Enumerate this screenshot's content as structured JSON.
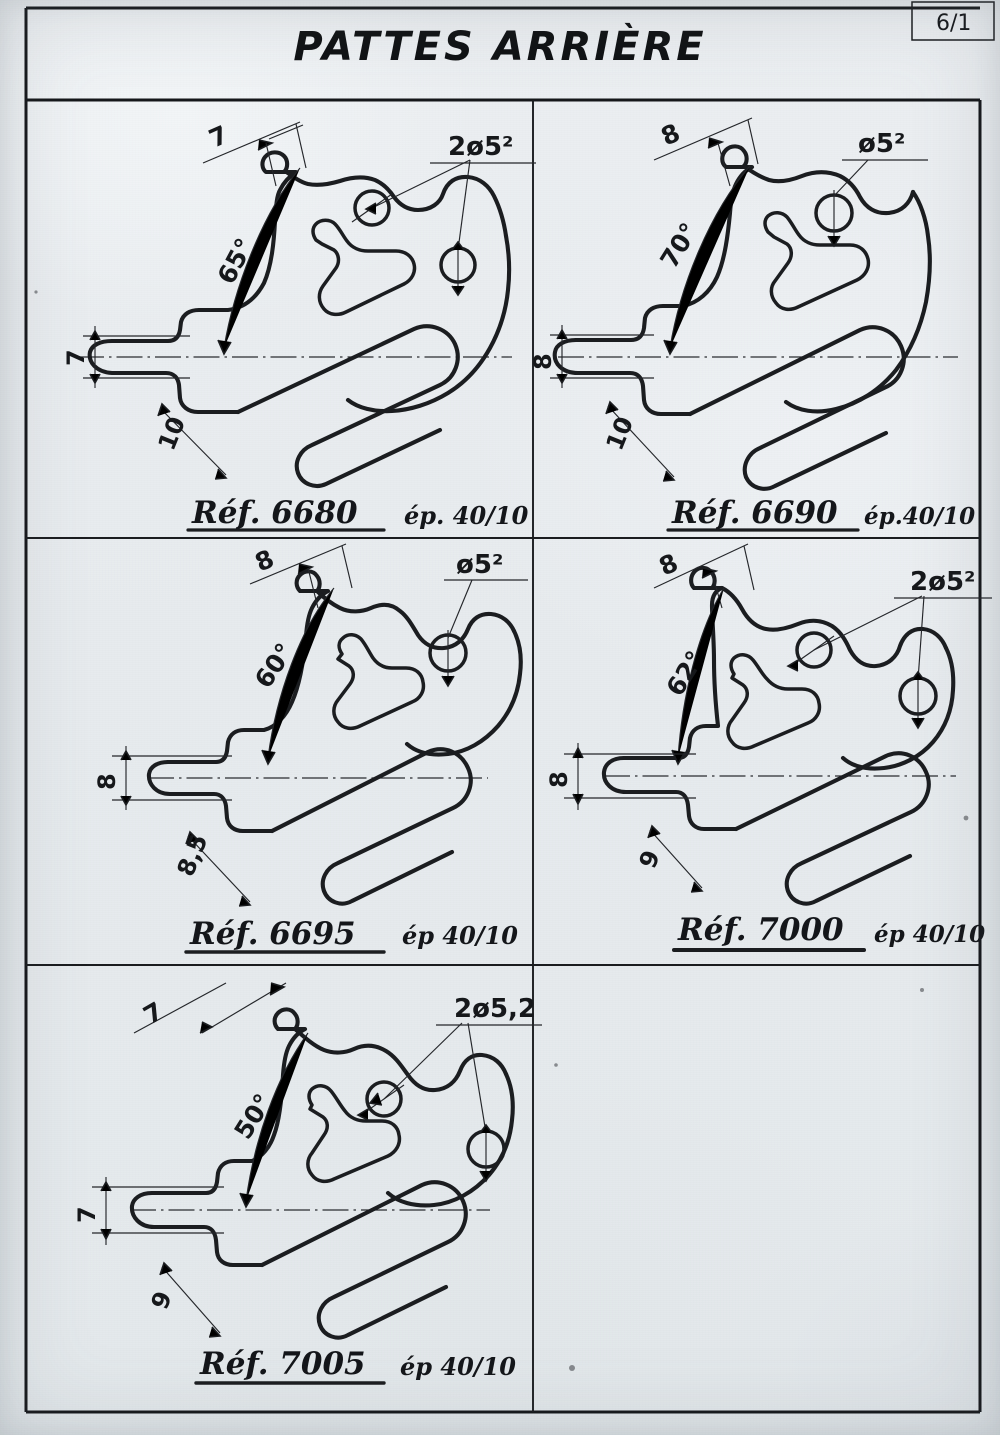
{
  "sheet": {
    "title": "PATTES ARRIÈRE",
    "page_number": "6/1",
    "paper_color": "#e9edf0",
    "ink_color": "#1b1d20"
  },
  "panels": [
    {
      "id": "panel-6680",
      "caption_ref": "Réf. 6680",
      "caption_thickness": "ép. 40/10",
      "annotations": {
        "top_dim": "7",
        "angle": "65°",
        "left_dim": "7",
        "leg_dim": "10",
        "hole_label": "2ø5²"
      },
      "holes": 2
    },
    {
      "id": "panel-6690",
      "caption_ref": "Réf. 6690",
      "caption_thickness": "ép.40/10",
      "annotations": {
        "top_dim": "8",
        "angle": "70°",
        "left_dim": "8",
        "leg_dim": "10",
        "hole_label": "ø5²"
      },
      "holes": 1
    },
    {
      "id": "panel-6695",
      "caption_ref": "Réf. 6695",
      "caption_thickness": "ép 40/10",
      "annotations": {
        "top_dim": "8",
        "angle": "60°",
        "left_dim": "8",
        "leg_dim": "8,5",
        "hole_label": "ø5²"
      },
      "holes": 1
    },
    {
      "id": "panel-7000",
      "caption_ref": "Réf. 7000",
      "caption_thickness": "ép 40/10",
      "annotations": {
        "top_dim": "8",
        "angle": "62°",
        "left_dim": "8",
        "leg_dim": "9",
        "hole_label": "2ø5²"
      },
      "holes": 2
    },
    {
      "id": "panel-7005",
      "caption_ref": "Réf. 7005",
      "caption_thickness": "ép 40/10",
      "annotations": {
        "top_dim": "7",
        "angle": "50°",
        "left_dim": "7",
        "leg_dim": "9",
        "hole_label": "2ø5,2"
      },
      "holes": 2
    }
  ]
}
